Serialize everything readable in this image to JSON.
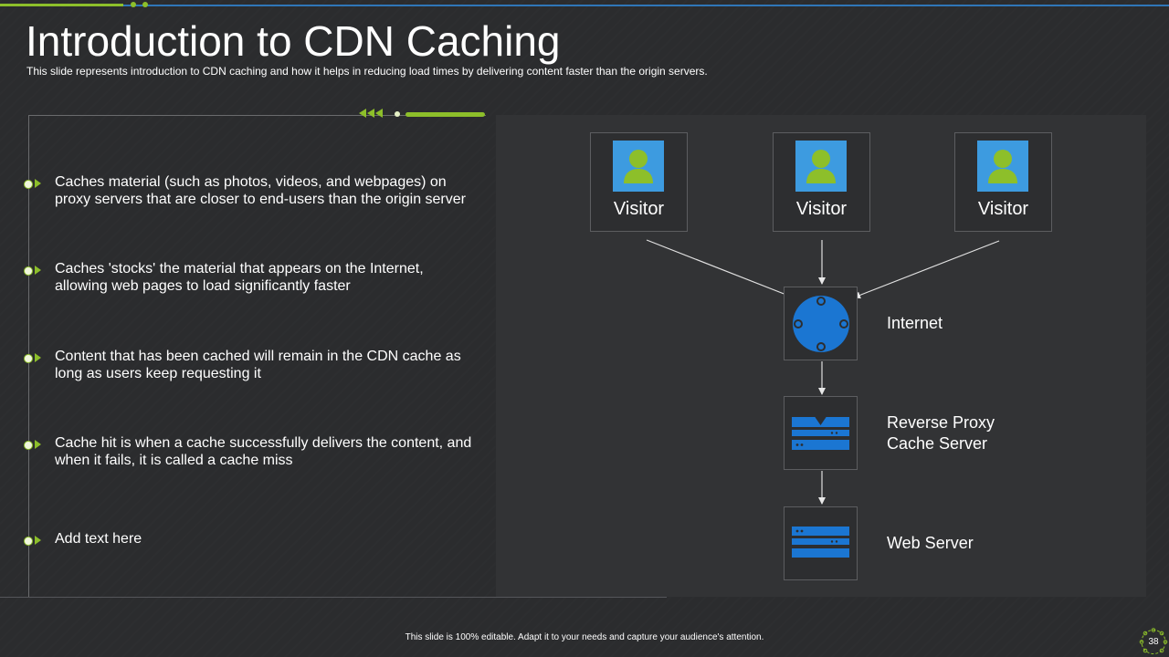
{
  "slide": {
    "title": "Introduction to CDN Caching",
    "subtitle": "This slide represents introduction to CDN caching and how it helps in reducing load times by delivering  content faster than the origin servers."
  },
  "bullets": [
    {
      "text": "Caches material (such as photos, videos, and webpages) on proxy servers that are closer to end-users than the origin server"
    },
    {
      "text": "Caches 'stocks' the material that appears on the Internet, allowing web pages to load significantly faster"
    },
    {
      "text": "Content that has been cached will remain in the CDN cache as long as users keep requesting it"
    },
    {
      "text": "Cache hit is when a cache successfully delivers the content, and when it fails, it is called a cache miss"
    },
    {
      "text": "Add text here"
    }
  ],
  "diagram": {
    "visitors": [
      {
        "label": "Visitor",
        "icon": "user-icon"
      },
      {
        "label": "Visitor",
        "icon": "user-icon"
      },
      {
        "label": "Visitor",
        "icon": "user-icon"
      }
    ],
    "nodes": {
      "internet": {
        "label": "Internet",
        "icon": "globe-network-icon"
      },
      "proxy": {
        "label_line1": "Reverse Proxy",
        "label_line2": "Cache Server",
        "icon": "server-download-icon"
      },
      "web": {
        "label": "Web Server",
        "icon": "server-icon"
      }
    }
  },
  "footer": {
    "text": "This slide is 100% editable. Adapt it to your needs and capture your audience's attention.",
    "page_number": "38"
  },
  "colors": {
    "background": "#2b2c2e",
    "panel": "#323335",
    "accent_green": "#8dbf2a",
    "accent_blue": "#1b76d2",
    "avatar_blue": "#3d9be0",
    "topline_blue": "#2f76b8"
  }
}
